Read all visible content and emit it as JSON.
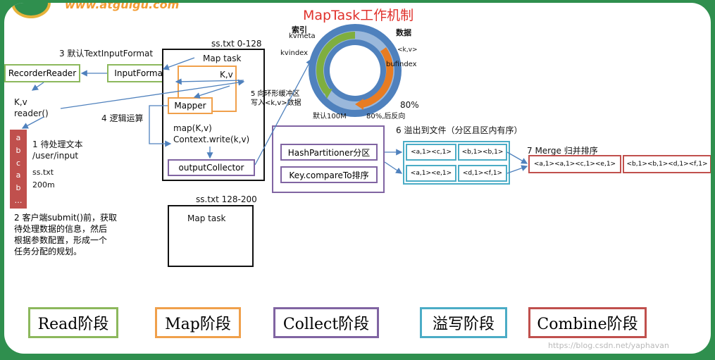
{
  "brand": {
    "url": "www.atguigu.com"
  },
  "title": "MapTask工作机制",
  "ring": {
    "index_label": "索引",
    "kvmeta": "kvmeta",
    "kvindex": "kvindex",
    "data_label": "数据",
    "kv": "<k,v>",
    "bufindex": "bufindex",
    "percent": "80%",
    "default": "默认100M",
    "reverse": "80%,后反向"
  },
  "steps": {
    "s1": "1 待处理文本",
    "s1_path": "/user/input",
    "s1_file": "ss.txt",
    "s1_size": "200m",
    "s2": [
      "2 客户端submit()前，获取",
      "待处理数据的信息，然后",
      "根据参数配置，形成一个",
      "任务分配的规划。"
    ],
    "s3": "3 默认TextInputFormat",
    "s4": "4 逻辑运算",
    "s5": [
      "5 向环形缓冲区",
      "写入<k,v>数据"
    ],
    "s6": "6 溢出到文件（分区且区内有序）",
    "s7": "7 Merge 归并排序"
  },
  "boxes": {
    "recorder_reader": "RecorderReader",
    "input_format": "InputFormat",
    "kv_reader": [
      "K,v",
      "reader()"
    ],
    "split1": "ss.txt 0-128",
    "map_task": "Map task",
    "kv": "K,v",
    "mapper": "Mapper",
    "map_call": [
      "map(K,v)",
      "Context.write(k,v)"
    ],
    "output_collector": "outputCollector",
    "split2": "ss.txt 128-200",
    "map_task2": "Map task",
    "partitioner": "HashPartitioner分区",
    "compare": "Key.compareTo排序"
  },
  "input_cells": [
    "a",
    "b",
    "c",
    "a",
    "b",
    "…"
  ],
  "spills": [
    "<a,1><c,1>",
    "<b,1><b,1>",
    "<a,1><e,1>",
    "<d,1><f,1>"
  ],
  "merged": [
    "<a,1><a,1><c,1><e,1>",
    "<b,1><b,1><d,1><f,1>"
  ],
  "stages": [
    "Read阶段",
    "Map阶段",
    "Collect阶段",
    "溢写阶段",
    "Combine阶段"
  ],
  "watermark": "https://blog.csdn.net/yaphavan",
  "colors": {
    "green": "#8cb85c",
    "orange": "#f0a04b",
    "purple": "#8064a2",
    "blue": "#4bacc6",
    "red": "#c0504d",
    "ring": "#4f81bd",
    "title": "#e0322c"
  }
}
